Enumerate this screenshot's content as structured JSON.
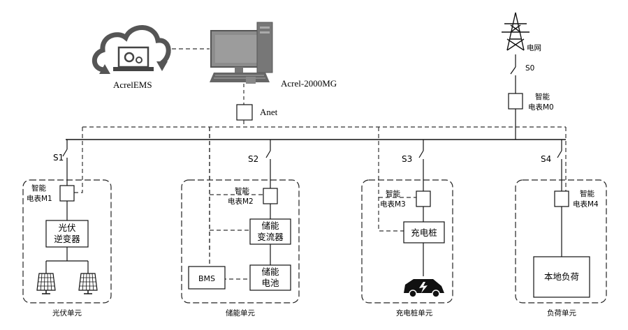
{
  "software": {
    "ems_label": "AcrelEMS",
    "server_label": "Acrel-2000MG",
    "gateway_label": "Anet"
  },
  "grid": {
    "tower_label": "电网",
    "switch_label": "S0",
    "meter_label_line1": "智能",
    "meter_label_line2": "电表M0"
  },
  "units": [
    {
      "switch": "S1",
      "meter_line1": "智能",
      "meter_line2": "电表M1",
      "device_line1": "光伏",
      "device_line2": "逆变器",
      "unit_label": "光伏单元"
    },
    {
      "switch": "S2",
      "meter_line1": "智能",
      "meter_line2": "电表M2",
      "device_line1": "储能",
      "device_line2": "变流器",
      "bms_label": "BMS",
      "battery_line1": "储能",
      "battery_line2": "电池",
      "unit_label": "储能单元"
    },
    {
      "switch": "S3",
      "meter_line1": "智能",
      "meter_line2": "电表M3",
      "device_line1": "充电桩",
      "unit_label": "充电桩单元"
    },
    {
      "switch": "S4",
      "meter_line1": "智能",
      "meter_line2": "电表M4",
      "device_line1": "本地负荷",
      "unit_label": "负荷单元"
    }
  ],
  "icons": {
    "cloud": "cloud-icon",
    "monitor": "desktop-computer-icon",
    "tower": "power-tower-icon",
    "solar": "solar-panel-icon",
    "car": "electric-car-icon"
  },
  "colors": {
    "line": "#111111",
    "dash": "#333333",
    "unit_border": "#222222",
    "cloud_fill": "#555555",
    "monitor_fill": "#8c8c8c"
  }
}
